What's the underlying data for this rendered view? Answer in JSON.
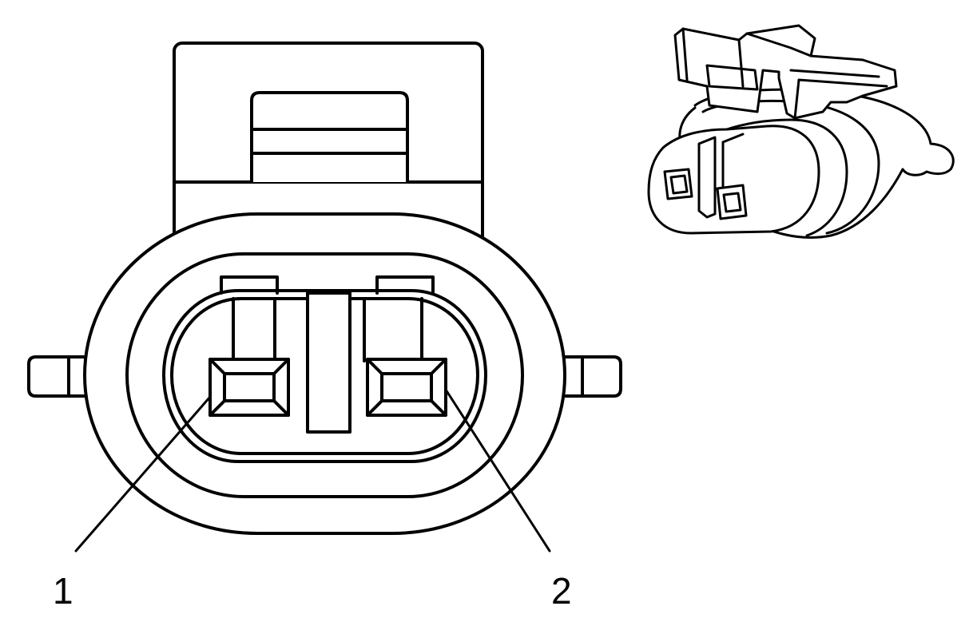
{
  "diagram": {
    "type": "connector-end-view",
    "cavity_count": 2,
    "labels": [
      {
        "id": "pin-1",
        "text": "1"
      },
      {
        "id": "pin-2",
        "text": "2"
      }
    ],
    "colors": {
      "line": "#000000",
      "background": "#ffffff"
    }
  }
}
